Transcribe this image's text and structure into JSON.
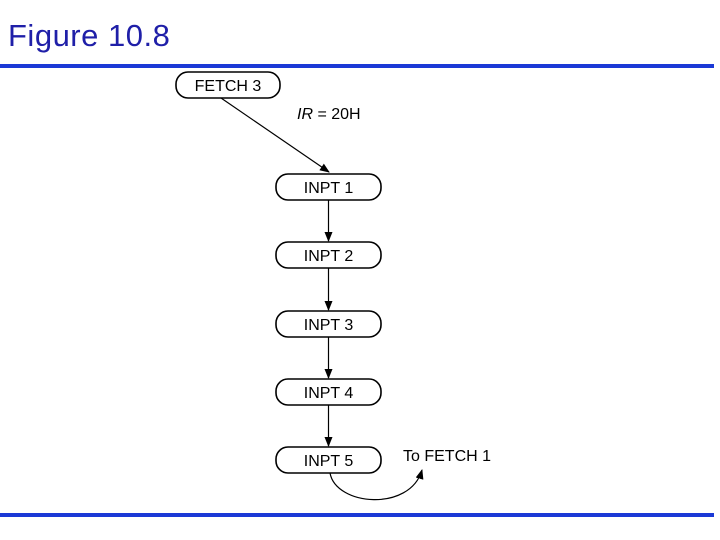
{
  "slide": {
    "title": "Figure 10.8"
  },
  "diagram": {
    "states": [
      "FETCH 3",
      "INPT 1",
      "INPT 2",
      "INPT 3",
      "INPT 4",
      "INPT 5"
    ],
    "condition_label": {
      "italic": "IR",
      "rest": " = 20H"
    },
    "exit_label": "To FETCH 1"
  }
}
